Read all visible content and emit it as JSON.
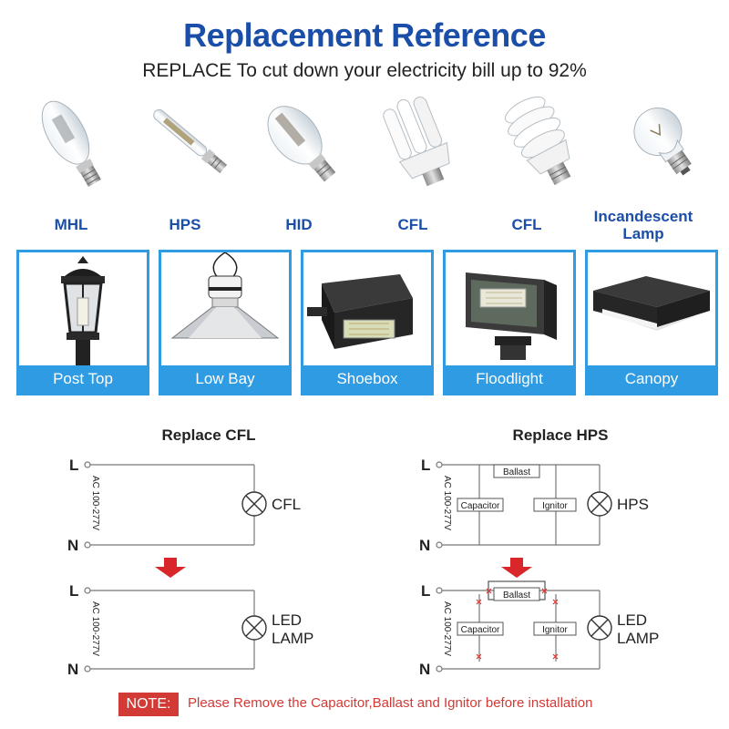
{
  "header": {
    "title": "Replacement Reference",
    "subtitle": "REPLACE To cut down your electricity bill up to 92%"
  },
  "lamps": [
    {
      "label": "MHL",
      "icon": "mhl-bulb-icon"
    },
    {
      "label": "HPS",
      "icon": "hps-bulb-icon"
    },
    {
      "label": "HID",
      "icon": "hid-bulb-icon"
    },
    {
      "label": "CFL",
      "icon": "cfl-u-bulb-icon"
    },
    {
      "label": "CFL",
      "icon": "cfl-spiral-bulb-icon"
    },
    {
      "label": "Incandescent Lamp",
      "icon": "incandescent-bulb-icon"
    }
  ],
  "fixtures": [
    {
      "label": "Post Top"
    },
    {
      "label": "Low Bay"
    },
    {
      "label": "Shoebox"
    },
    {
      "label": "Floodlight"
    },
    {
      "label": "Canopy"
    }
  ],
  "diagrams": {
    "cfl": {
      "title": "Replace CFL",
      "line_label": "L",
      "neutral_label": "N",
      "voltage": "AC 100-277V",
      "before_load": "CFL",
      "after_load_line1": "LED",
      "after_load_line2": "LAMP"
    },
    "hps": {
      "title": "Replace HPS",
      "line_label": "L",
      "neutral_label": "N",
      "voltage": "AC 100-277V",
      "ballast": "Ballast",
      "capacitor": "Capacitor",
      "ignitor": "Ignitor",
      "before_load": "HPS",
      "after_load_line1": "LED",
      "after_load_line2": "LAMP"
    }
  },
  "note": {
    "badge": "NOTE:",
    "text": "Please Remove the Capacitor,Ballast and Ignitor before installation"
  },
  "colors": {
    "brand_blue": "#1a4ea8",
    "frame_blue": "#2e9be3",
    "arrow_red": "#d8262a",
    "note_red": "#d23a36"
  }
}
